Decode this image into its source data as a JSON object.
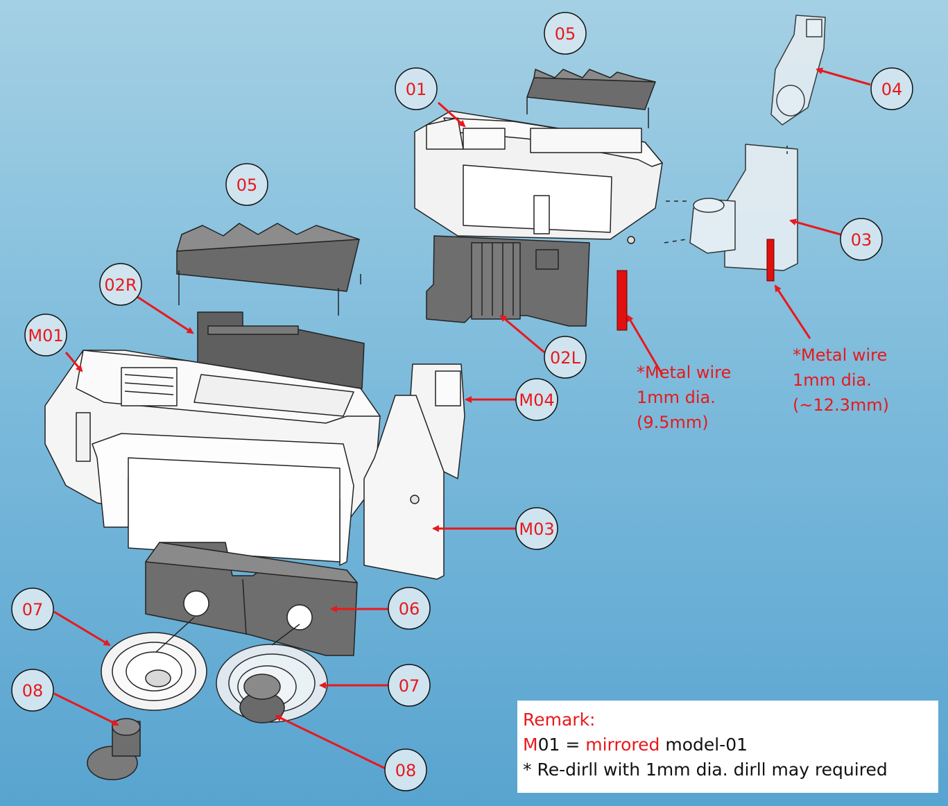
{
  "labels": {
    "part_01": "01",
    "part_02R": "02R",
    "part_02L": "02L",
    "part_03": "03",
    "part_04": "04",
    "part_05": "05",
    "part_06": "06",
    "part_07": "07",
    "part_08": "08",
    "part_M01": "M01",
    "part_M03": "M03",
    "part_M04": "M04"
  },
  "notes": {
    "wire_a": {
      "line1": "*Metal wire",
      "line2": "1mm dia.",
      "line3": "(9.5mm)"
    },
    "wire_b": {
      "line1": "*Metal wire",
      "line2": "1mm dia.",
      "line3": "(~12.3mm)"
    }
  },
  "remark": {
    "title": "Remark:",
    "line1_prefix": "M",
    "line1_mid": "01 = ",
    "line1_highlight": "mirrored",
    "line1_suffix": " model-01",
    "line2": "*  Re-dirll with 1mm dia. dirll may required"
  },
  "colors": {
    "label_fill": "#cfe4ef",
    "label_text": "#e8181c",
    "arrow": "#e8181c",
    "part_white": "#f4f4f4",
    "part_grey": "#6e6e6e",
    "wire": "#e01010"
  }
}
